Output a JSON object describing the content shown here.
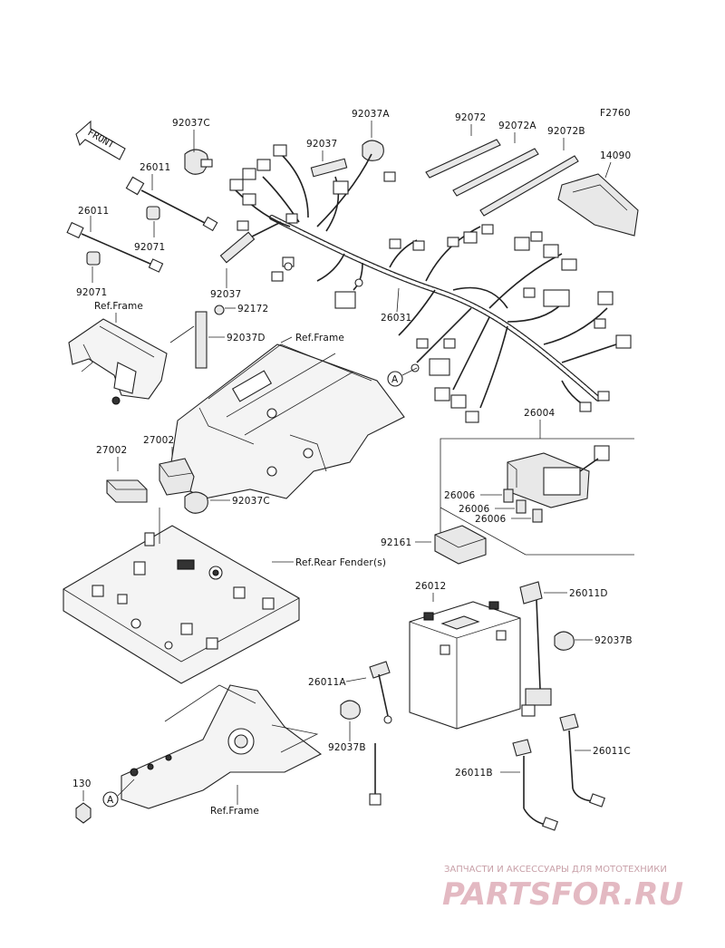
{
  "diagram_code": "F2760",
  "front_arrow": "FRONT",
  "labels": {
    "p92037C_top": "92037C",
    "p92037A": "92037A",
    "p92037": "92037",
    "p92072": "92072",
    "p92072A": "92072A",
    "p92072B": "92072B",
    "p14090": "14090",
    "p26011_a": "26011",
    "p26011_b": "26011",
    "p92071_a": "92071",
    "p92071_b": "92071",
    "p92037_mid": "92037",
    "p92172": "92172",
    "p92037D": "92037D",
    "p26031": "26031",
    "p26004": "26004",
    "p27002_a": "27002",
    "p27002_b": "27002",
    "p92037C_low": "92037C",
    "p26006_a": "26006",
    "p26006_b": "26006",
    "p26006_c": "26006",
    "p92161": "92161",
    "p26012": "26012",
    "p26011D": "26011D",
    "p92037B_right": "92037B",
    "p26011A": "26011A",
    "p92037B_left": "92037B",
    "p26011C": "26011C",
    "p26011B": "26011B",
    "p130": "130"
  },
  "refs": {
    "frame_1": "Ref.Frame",
    "frame_2": "Ref.Frame",
    "rear_fender": "Ref.Rear Fender(s)",
    "frame_3": "Ref.Frame"
  },
  "callouts": {
    "a_upper": "A",
    "a_lower": "A"
  },
  "watermark": {
    "tagline": "ЗАПЧАСТИ И АКСЕССУАРЫ ДЛЯ МОТОТЕХНИКИ",
    "brand": "PARTSFOR.RU"
  }
}
